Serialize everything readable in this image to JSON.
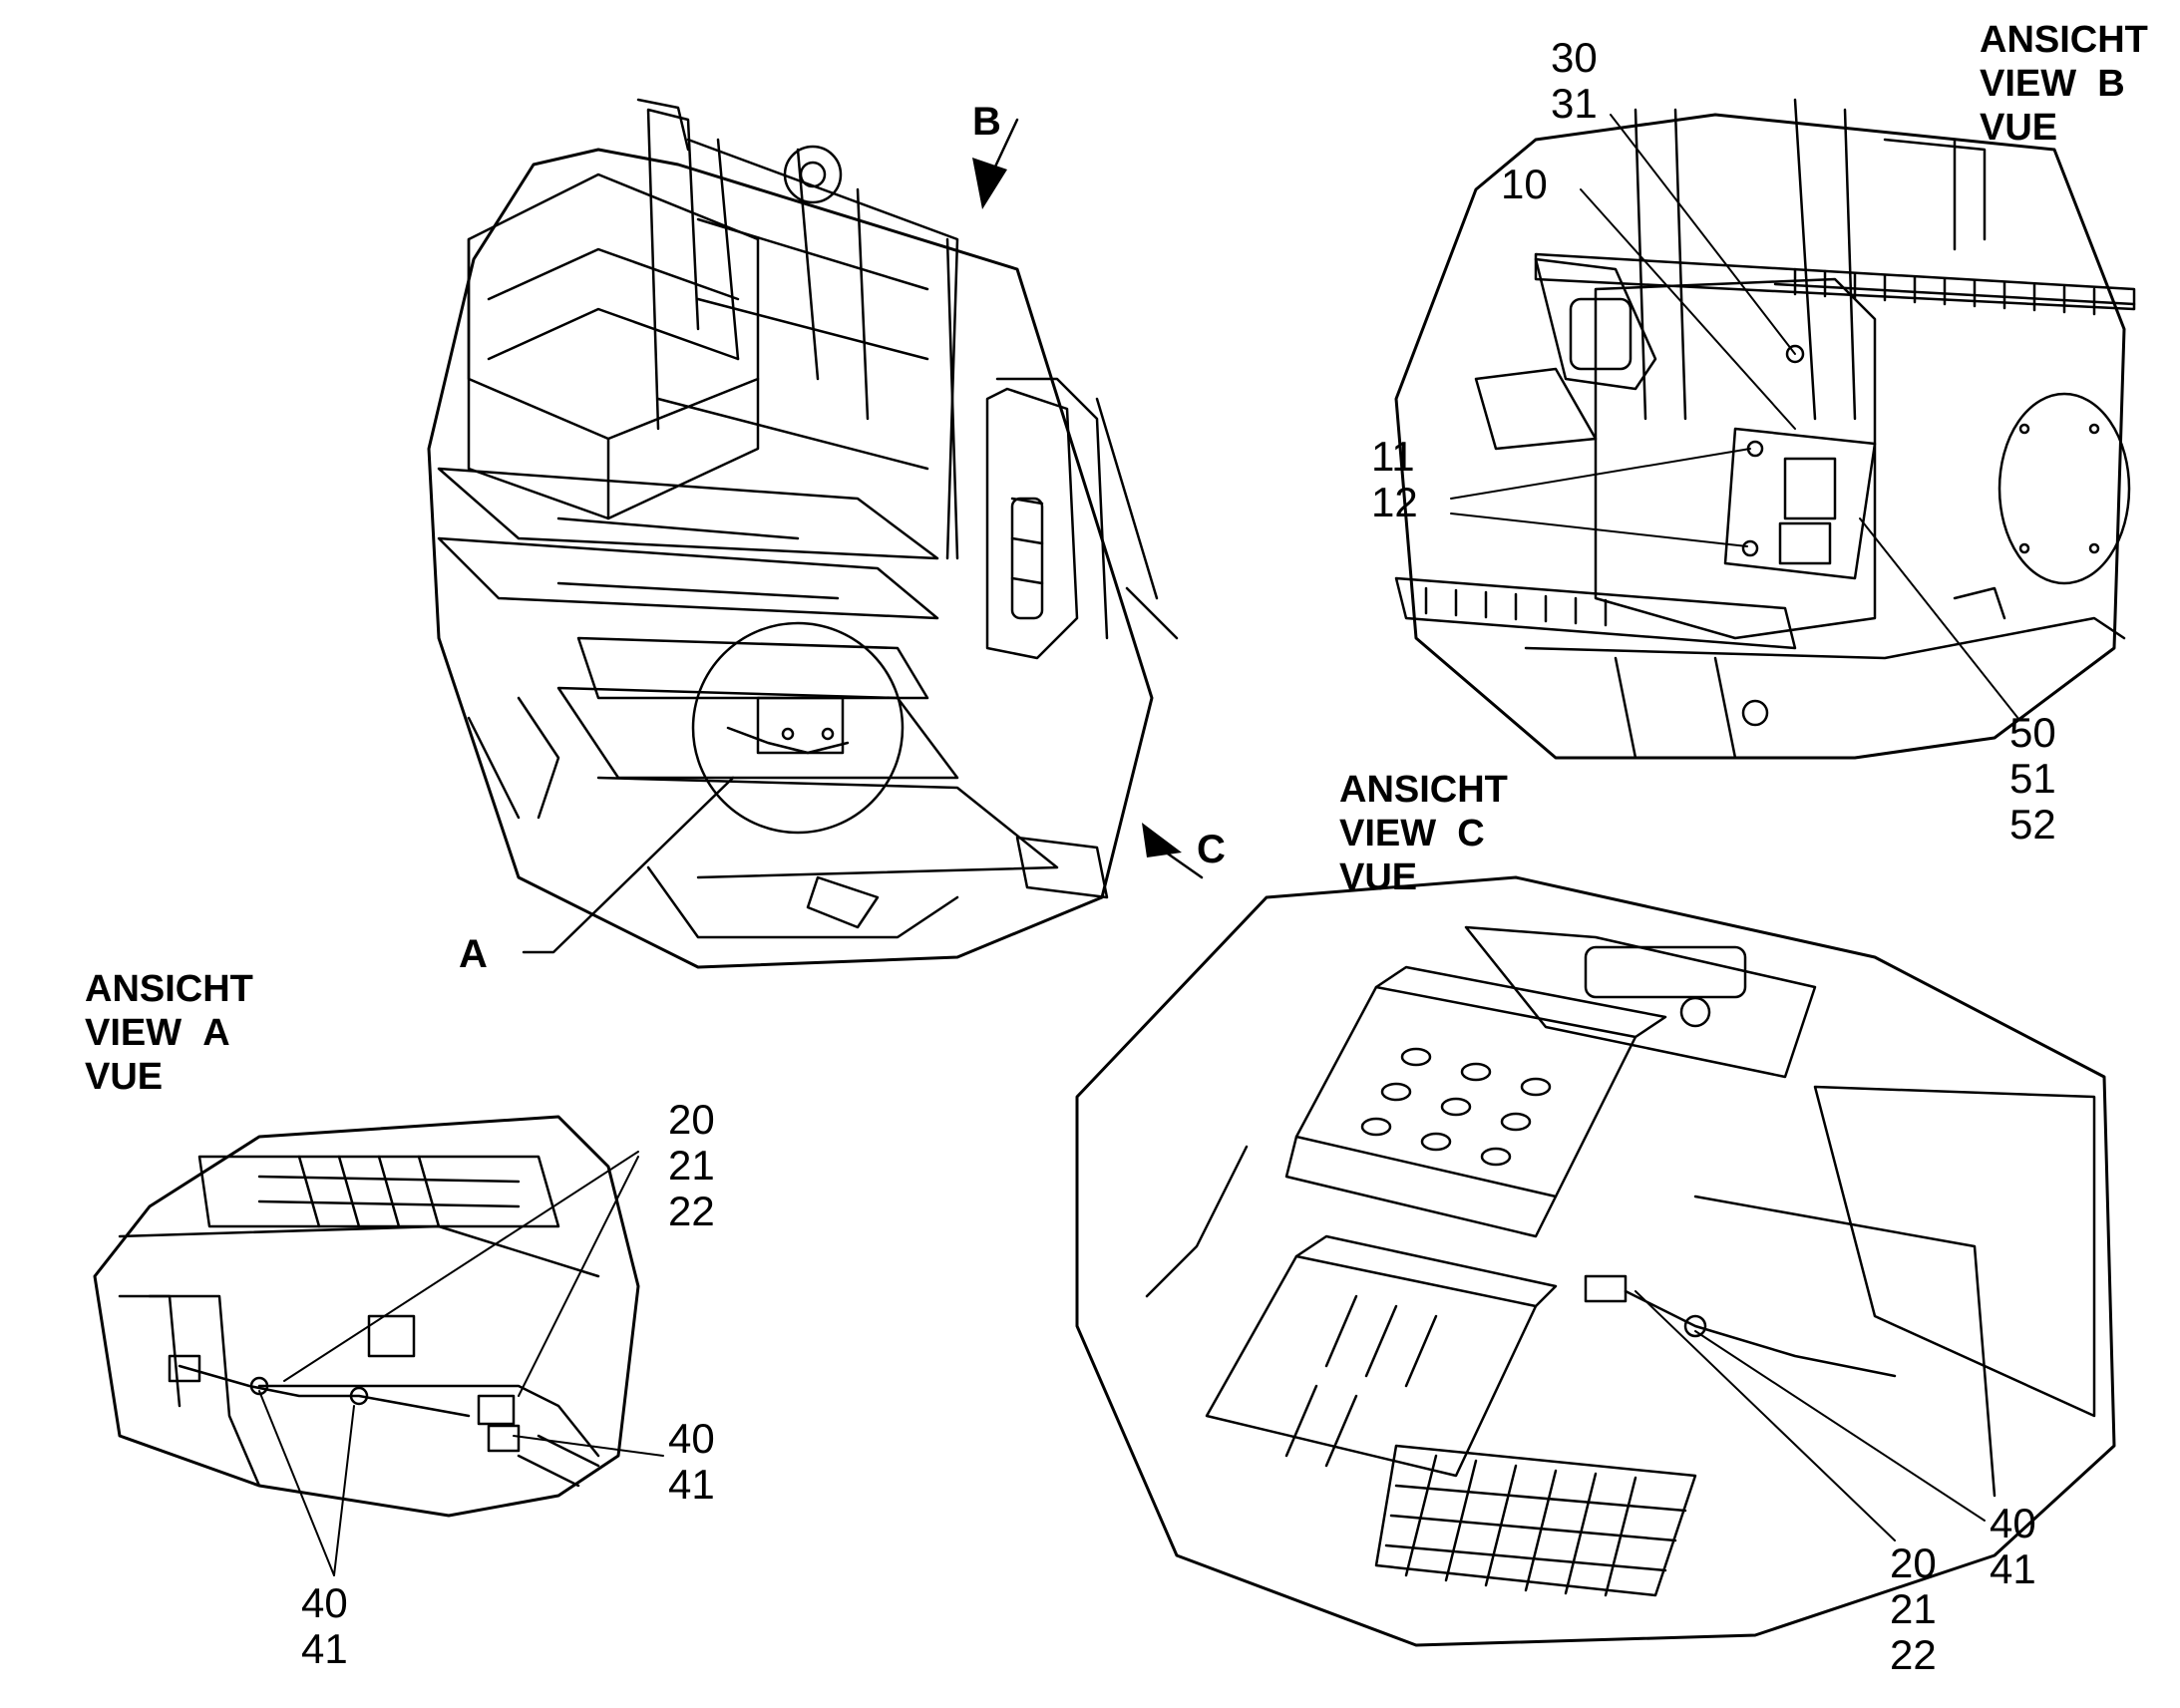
{
  "views": {
    "b": {
      "line1": "ANSICHT",
      "line2": "VIEW",
      "letter": "B",
      "line3": "VUE"
    },
    "c": {
      "line1": "ANSICHT",
      "line2": "VIEW",
      "letter": "C",
      "line3": "VUE"
    },
    "a": {
      "line1": "ANSICHT",
      "line2": "VIEW",
      "letter": "A",
      "line3": "VUE"
    }
  },
  "main_markers": {
    "b": "B",
    "c": "C",
    "a": "A"
  },
  "callouts_b": {
    "g30": [
      "30",
      "31"
    ],
    "g10": [
      "10"
    ],
    "g11": [
      "11",
      "12"
    ],
    "g50": [
      "50",
      "51",
      "52"
    ]
  },
  "callouts_a": {
    "g20": [
      "20",
      "21",
      "22"
    ],
    "g40r": [
      "40",
      "41"
    ],
    "g40b": [
      "40",
      "41"
    ]
  },
  "callouts_c": {
    "g40": [
      "40",
      "41"
    ],
    "g20": [
      "20",
      "21",
      "22"
    ]
  }
}
